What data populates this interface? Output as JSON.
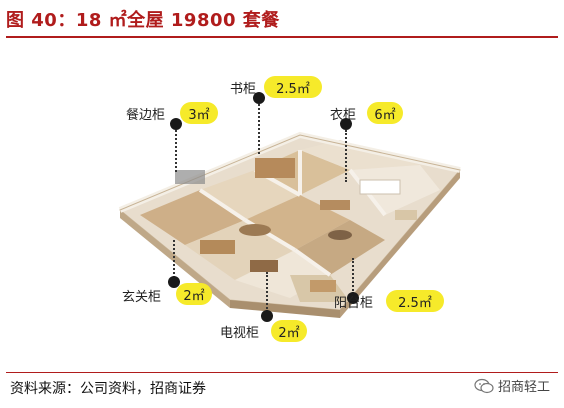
{
  "header": {
    "title": "图 40：18 ㎡全屋 19800 套餐"
  },
  "callouts": {
    "shugui": {
      "name": "书柜",
      "value": "2.5㎡"
    },
    "canbiangui": {
      "name": "餐边柜",
      "value": "3㎡"
    },
    "yigui": {
      "name": "衣柜",
      "value": "6㎡"
    },
    "xuanguangui": {
      "name": "玄关柜",
      "value": "2㎡"
    },
    "yangtaigui": {
      "name": "阳台柜",
      "value": "2.5㎡"
    },
    "dianshigui": {
      "name": "电视柜",
      "value": "2㎡"
    }
  },
  "footer": {
    "source": "资料来源：公司资料，招商证券",
    "watermark": "招商轻工"
  },
  "colors": {
    "accent": "#b01c1c",
    "pill": "#f6ea2a"
  }
}
